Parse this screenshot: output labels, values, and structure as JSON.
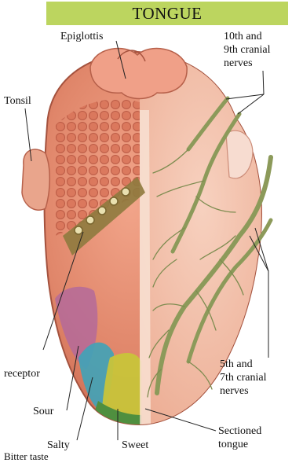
{
  "title": "TONGUE",
  "labels": {
    "epiglottis": "Epiglottis",
    "cranial_10_9": [
      "10th and",
      "9th cranial",
      "nerves"
    ],
    "tonsil": "Tonsil",
    "receptor": "receptor",
    "cranial_5_7": [
      "5th and",
      "7th cranial",
      "nerves"
    ],
    "sour": "Sour",
    "salty": "Salty",
    "sweet": "Sweet",
    "bitter": "Bitter taste",
    "sectioned": [
      "Sectioned",
      "tongue"
    ]
  },
  "colors": {
    "banner": "#bcd55f",
    "tongue": "#e58a6e",
    "nerve": "#9aaa6a",
    "sour_zone": "#b46a9a",
    "salty_zone": "#3fa3b8",
    "sweet_zone": "#c8c43a",
    "bitter_zone": "#4f8f3f"
  }
}
